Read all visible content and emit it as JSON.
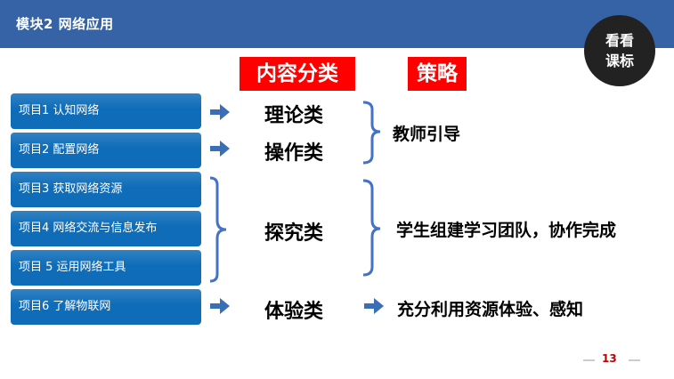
{
  "header": {
    "title": "模块2    网络应用"
  },
  "corner_button": {
    "line1": "看看",
    "line2": "课标"
  },
  "column_headers": {
    "content": "内容分类",
    "strategy": "策略"
  },
  "projects": [
    {
      "label": "项目1 认知网络"
    },
    {
      "label": "项目2 配置网络"
    },
    {
      "label": "项目3 获取网络资源"
    },
    {
      "label": "项目4 网络交流与信息发布"
    },
    {
      "label": "项目 5 运用网络工具"
    },
    {
      "label": "项目6 了解物联网"
    }
  ],
  "categories": {
    "theory": "理论类",
    "operation": "操作类",
    "inquiry": "探究类",
    "experience": "体验类"
  },
  "strategies": {
    "teacher": "教师引导",
    "team": "学生组建学习团队，协作完成",
    "experience": "充分利用资源体验、感知"
  },
  "page_number": "13",
  "colors": {
    "top_bar": "#3563a6",
    "item_fill": "#0e6cb8",
    "arrow": "#3a6fb8",
    "bracket": "#4472c4",
    "tag_red": "#ff0000",
    "page_number": "#c00000"
  }
}
